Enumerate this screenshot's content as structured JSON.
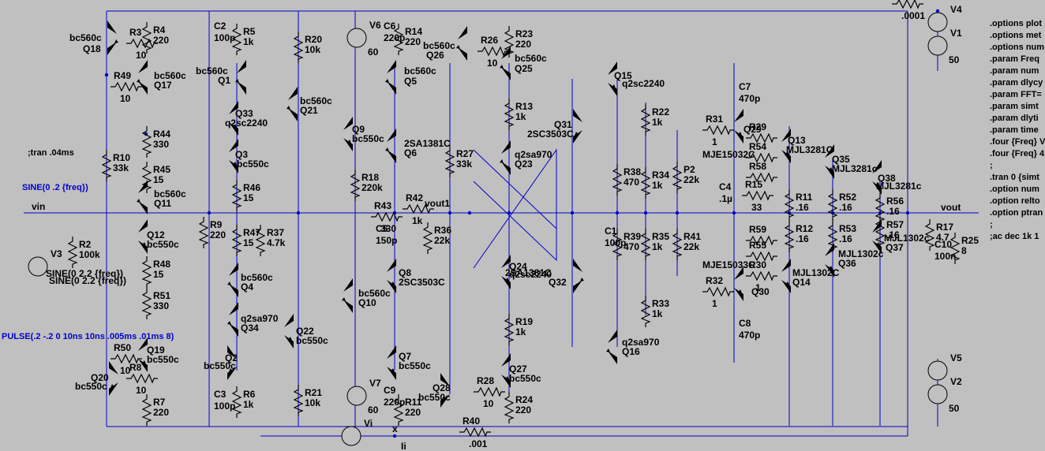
{
  "schematic": {
    "resistors": [
      {
        "ref": "R4",
        "value": "220"
      },
      {
        "ref": "R3",
        "value": "10"
      },
      {
        "ref": "R49",
        "value": "10"
      },
      {
        "ref": "R44",
        "value": "330"
      },
      {
        "ref": "R10",
        "value": "33k"
      },
      {
        "ref": "R45",
        "value": "15"
      },
      {
        "ref": "R9",
        "value": "220"
      },
      {
        "ref": "R2",
        "value": "100k"
      },
      {
        "ref": "R48",
        "value": "15"
      },
      {
        "ref": "R51",
        "value": "330"
      },
      {
        "ref": "R50",
        "value": "10"
      },
      {
        "ref": "R8",
        "value": "10"
      },
      {
        "ref": "R7",
        "value": "220"
      },
      {
        "ref": "R5",
        "value": "1k"
      },
      {
        "ref": "R46",
        "value": "15"
      },
      {
        "ref": "R47",
        "value": "15"
      },
      {
        "ref": "R37",
        "value": "4.7k"
      },
      {
        "ref": "R6",
        "value": "1k"
      },
      {
        "ref": "R20",
        "value": "10k"
      },
      {
        "ref": "R21",
        "value": "10k"
      },
      {
        "ref": "R14",
        "value": "220"
      },
      {
        "ref": "R18",
        "value": "220k"
      },
      {
        "ref": "R43",
        "value": "330"
      },
      {
        "ref": "R42",
        "value": "1k"
      },
      {
        "ref": "R36",
        "value": "22k"
      },
      {
        "ref": "R11",
        "value": "220"
      },
      {
        "ref": "R23",
        "value": "220"
      },
      {
        "ref": "R26",
        "value": "10"
      },
      {
        "ref": "R13",
        "value": "1k"
      },
      {
        "ref": "R27",
        "value": "33k"
      },
      {
        "ref": "R19",
        "value": "1k"
      },
      {
        "ref": "R28",
        "value": "10"
      },
      {
        "ref": "R24",
        "value": "220"
      },
      {
        "ref": "R40",
        "value": ".001"
      },
      {
        "ref": "R22",
        "value": "1k"
      },
      {
        "ref": "R38",
        "value": "470"
      },
      {
        "ref": "R34",
        "value": "1k"
      },
      {
        "ref": "R39",
        "value": "470"
      },
      {
        "ref": "R35",
        "value": "1k"
      },
      {
        "ref": "R33",
        "value": "1k"
      },
      {
        "ref": "P2",
        "value": "22k"
      },
      {
        "ref": "R41",
        "value": "22k"
      },
      {
        "ref": "R31",
        "value": "1"
      },
      {
        "ref": "R32",
        "value": "1"
      },
      {
        "ref": "R29",
        "value": ""
      },
      {
        "ref": "R54",
        "value": ""
      },
      {
        "ref": "R58",
        "value": ""
      },
      {
        "ref": "R15",
        "value": "33"
      },
      {
        "ref": "R11",
        "value": ".16"
      },
      {
        "ref": "R12",
        "value": ".16"
      },
      {
        "ref": "R52",
        "value": ".16"
      },
      {
        "ref": "R53",
        "value": ".16"
      },
      {
        "ref": "R56",
        "value": ".16"
      },
      {
        "ref": "R57",
        "value": ".16"
      },
      {
        "ref": "R59",
        "value": ""
      },
      {
        "ref": "R55",
        "value": ""
      },
      {
        "ref": "R30",
        "value": "1"
      },
      {
        "ref": "R17",
        "value": "4.7"
      },
      {
        "ref": "R25",
        "value": "8"
      },
      {
        "ref": "R1",
        "value": ".0001"
      }
    ],
    "labels": {
      "q18": "bc560c",
      "q18r": "Q18",
      "q17": "bc560c",
      "q17r": "Q17",
      "q1": "bc560c",
      "q1r": "Q1",
      "q33": "Q33",
      "q33t": "q2sc2240",
      "q21": "bc560c",
      "q21r": "Q21",
      "q3": "Q3",
      "q3t": "bc550c",
      "q11": "bc560c",
      "q11r": "Q11",
      "q12": "Q12",
      "q12t": "bc550c",
      "q4": "bc560c",
      "q4r": "Q4",
      "q34": "q2sa970",
      "q34r": "Q34",
      "q22": "Q22",
      "q22t": "bc550c",
      "q19": "Q19",
      "q19t": "bc550c",
      "q20": "Q20",
      "q20t": "bc550c",
      "q2": "Q2",
      "q2t": "bc550c",
      "q5": "bc560c",
      "q5r": "Q5",
      "q9": "Q9",
      "q9t": "bc550c",
      "q6": "2SA1381C",
      "q6r": "Q6",
      "q8": "Q8",
      "q8t": "2SC3503C",
      "q10": "bc560c",
      "q10r": "Q10",
      "q7": "Q7",
      "q7t": "bc550c",
      "q26": "bc560c",
      "q26r": "Q26",
      "q25": "bc560c",
      "q25r": "Q25",
      "q23": "q2sa970",
      "q23r": "Q23",
      "q24": "Q24",
      "q24t": "q2sc2240",
      "q27": "Q27",
      "q27t": "bc550c",
      "q28": "Q28",
      "q28t": "bc550c",
      "q15": "Q15",
      "q15t": "q2sc2240",
      "q31": "Q31",
      "q31t": "2SC3503C",
      "q32": "2SA1381C",
      "q32r": "Q32",
      "q16": "q2sa970",
      "q16r": "Q16",
      "q29": "Q29",
      "q29t": "MJE15032C",
      "q30": "Q30",
      "q30t": "MJE15033C",
      "q13": "Q13",
      "q13t": "MJL3281C",
      "q35": "Q35",
      "q35t": "MJL3281c",
      "q38": "Q38",
      "q38t": "MJL3281c",
      "q14": "Q14",
      "q14t": "MJL1302C",
      "q36": "Q36",
      "q36t": "MJL1302c",
      "q37": "Q37",
      "q37t": "MJL1302c"
    },
    "capacitors": [
      {
        "ref": "C2",
        "value": "100p"
      },
      {
        "ref": "C3",
        "value": "100p"
      },
      {
        "ref": "C6",
        "value": "220p"
      },
      {
        "ref": "C9",
        "value": "220p"
      },
      {
        "ref": "C5",
        "value": "150p"
      },
      {
        "ref": "C1",
        "value": "100p"
      },
      {
        "ref": "C4",
        "value": ".1µ"
      },
      {
        "ref": "C7",
        "value": "470p"
      },
      {
        "ref": "C8",
        "value": "470p"
      },
      {
        "ref": "C10",
        "value": "100n"
      }
    ],
    "sources": [
      {
        "ref": "V6",
        "value": "60"
      },
      {
        "ref": "V7",
        "value": "60"
      },
      {
        "ref": "V4",
        "value": ""
      },
      {
        "ref": "V1",
        "value": "50"
      },
      {
        "ref": "V5",
        "value": ""
      },
      {
        "ref": "V2",
        "value": "50"
      },
      {
        "ref": "V3",
        "value": "SINE(0 2.2 {freq})"
      },
      {
        "ref": "Vi",
        "value": ""
      }
    ],
    "nets": {
      "vin": "vin",
      "vout1": "vout1",
      "vout": "vout",
      "x": "x",
      "ii": "Ii"
    },
    "directives": {
      "tran": ";tran .04ms",
      "sine": "SINE(0 .2 {freq})",
      "pulse": "PULSE(.2 -.2 0 10ns 10ns .005ms .01ms 8)",
      "side": [
        ".options plot",
        ".options met",
        ".options num",
        ".param Freq",
        ".param num",
        ".param dlycy",
        ".param FFT=",
        ".param simt",
        ".param dlyti",
        ".param time",
        ".four {Freq} V",
        ".four {Freq} 4",
        ";",
        ".tran 0 {simt",
        ".option num",
        ".option relto",
        ".option ptran",
        ";",
        ";ac dec 1k 1"
      ]
    }
  }
}
